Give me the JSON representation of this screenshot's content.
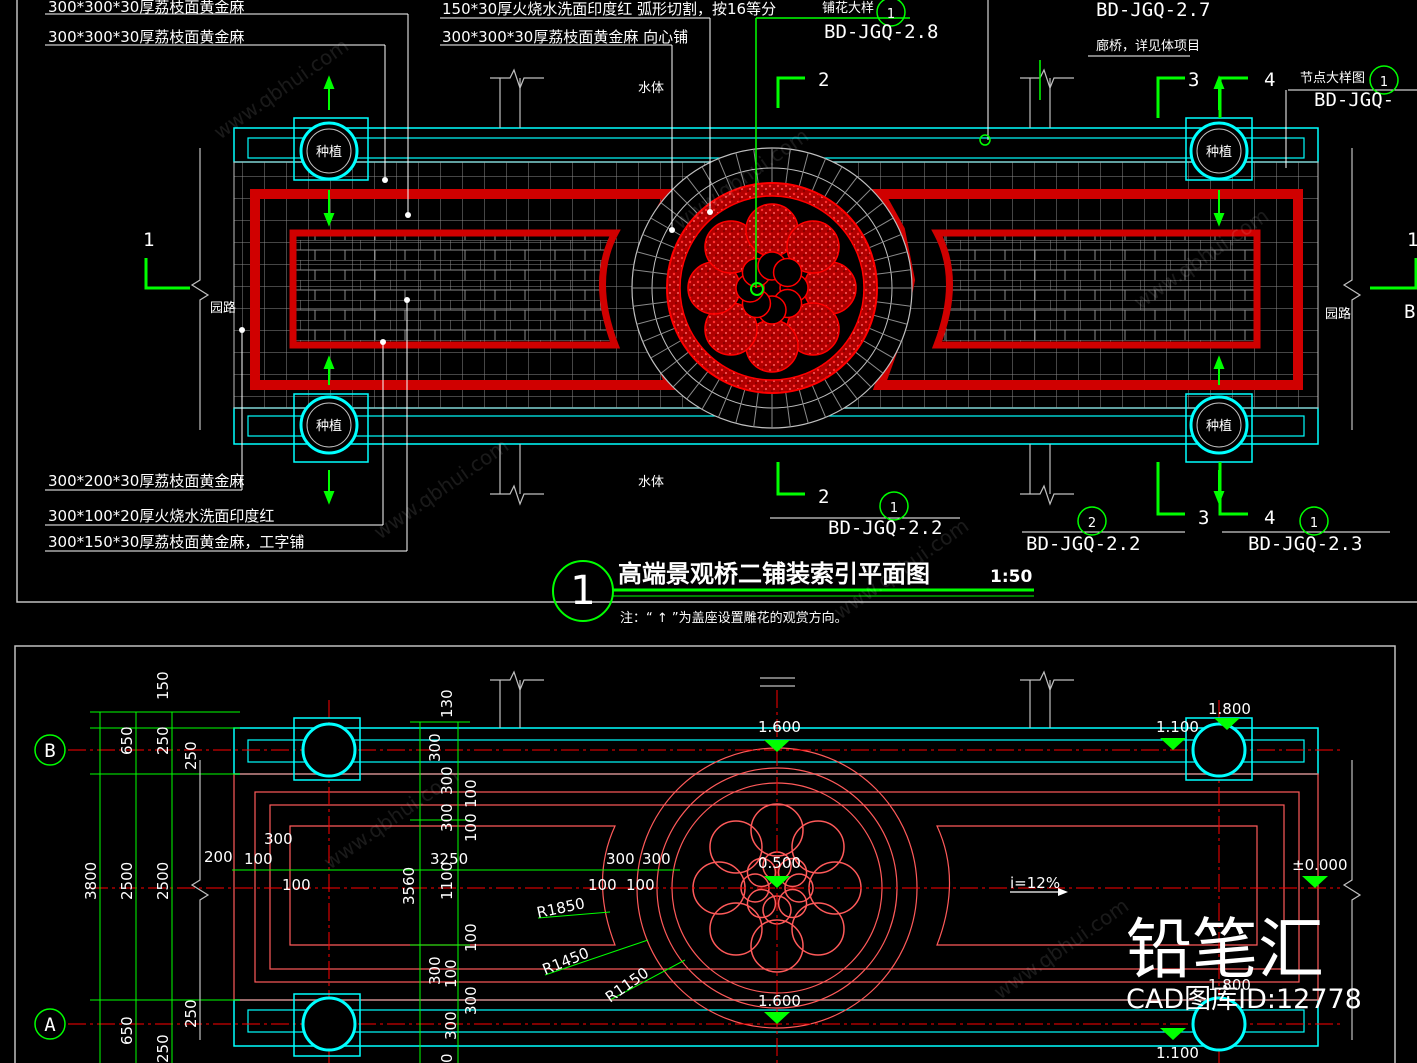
{
  "top_plan": {
    "title": "高端景观桥二铺装索引平面图",
    "scale": "1:50",
    "number": "1",
    "note": "注：“ ↑ ”为盖座设置雕花的观赏方向。",
    "labels_top_left": [
      "300*300*30厚荔枝面黄金麻",
      "300*300*30厚荔枝面黄金麻"
    ],
    "labels_top_mid": [
      "150*30厚火烧水洗面印度红  弧形切割，按16等分",
      "300*300*30厚荔枝面黄金麻 向心铺"
    ],
    "labels_bottom_left": [
      "300*200*30厚荔枝面黄金麻",
      "300*100*20厚火烧水洗面印度红",
      "300*150*30厚荔枝面黄金麻，工字铺"
    ],
    "water_top": "水体",
    "water_bottom": "水体",
    "road_left": "园路",
    "road_right": "园路",
    "planter": "种植",
    "detail_top": {
      "label": "铺花大样",
      "num": "1",
      "ref": "BD-JGQ-2.8"
    },
    "ref_top_right": "BD-JGQ-2.7",
    "note_top_right": "廊桥，详见体项目",
    "node_detail": {
      "label": "节点大样图",
      "num": "1",
      "ref": "BD-JGQ-"
    },
    "sections": {
      "s1": "1",
      "s2": "2",
      "s3": "3",
      "s4": "4"
    },
    "bottom_refs": [
      {
        "num": "1",
        "ref": "BD-JGQ-2.2"
      },
      {
        "num": "2",
        "ref": "BD-JGQ-2.2"
      },
      {
        "num": "1",
        "ref": "BD-JGQ-2.3"
      }
    ],
    "left_ref_partial": "B"
  },
  "bottom_plan": {
    "axis_b": "B",
    "axis_a": "A",
    "dims_left": [
      "150",
      "650",
      "250",
      "250",
      "3800",
      "2500",
      "2500",
      "650",
      "250",
      "250",
      "0"
    ],
    "dims_inner": [
      "130",
      "300",
      "300",
      "100",
      "300",
      "100",
      "3560",
      "1100",
      "100",
      "300",
      "100",
      "300",
      "300"
    ],
    "dims_horizontal": [
      "200",
      "100",
      "300",
      "100",
      "3250",
      "300",
      "300",
      "100",
      "100"
    ],
    "radii": [
      "R1850",
      "R1450",
      "R1150"
    ],
    "levels": [
      "1.600",
      "1.100",
      "1.800",
      "0.500",
      "±0.000",
      "1.600",
      "1.800",
      "1.100"
    ],
    "slope": "i=12%"
  },
  "watermark": {
    "brand": "铅笔汇",
    "id": "CAD图库ID:12778",
    "diag": "www.qbhui.com"
  },
  "colors": {
    "cyan": "#00ffff",
    "red": "#ff0000",
    "green": "#00ff00",
    "white": "#ffffff",
    "grey": "#c0c0c0"
  }
}
